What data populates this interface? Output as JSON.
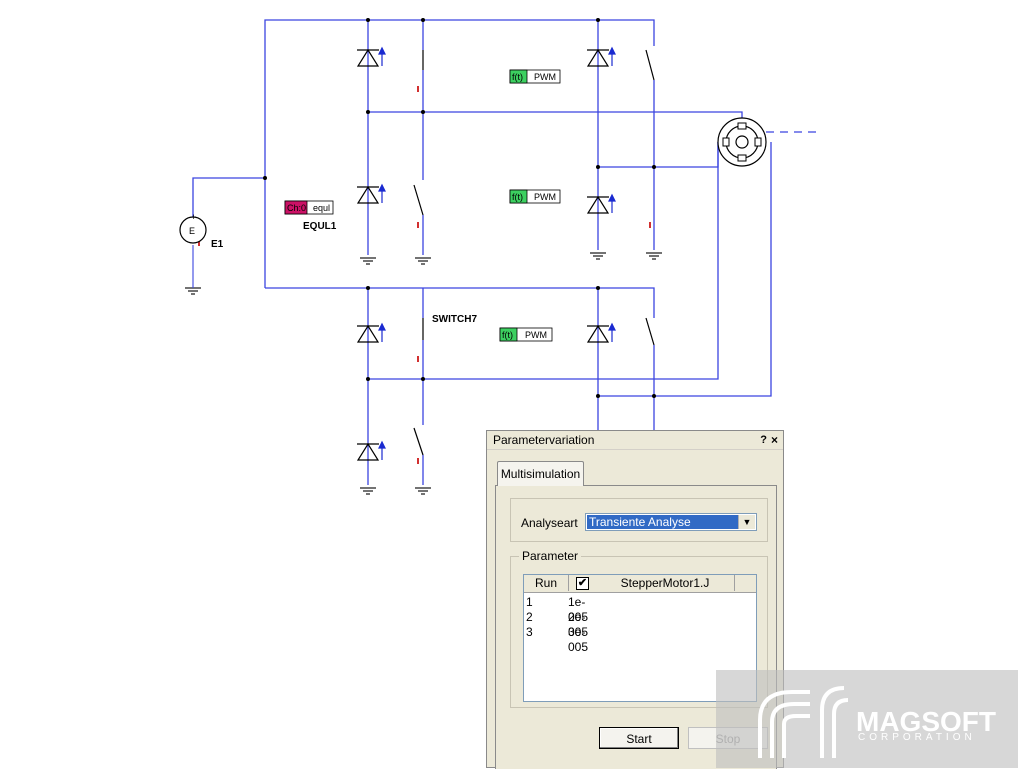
{
  "schematic": {
    "labels": {
      "source": "E1",
      "source_symbol": "E",
      "equ_block_name": "EQUL1",
      "equ_block_text": "equl",
      "equ_block_tag": "Ch:0",
      "switch_name": "SWITCH7"
    },
    "pwm_blocks": [
      {
        "tag": "f(t)",
        "text": "PWM"
      },
      {
        "tag": "f(t)",
        "text": "PWM"
      },
      {
        "tag": "f(t)",
        "text": "PWM"
      }
    ],
    "colors": {
      "wire": "#3b45e0",
      "component": "#000000",
      "marker": "#d23030",
      "pwm_tag": "#3cd060",
      "equ_tag": "#cc1166"
    }
  },
  "dialog": {
    "title": "Parametervariation",
    "help_icon": "?",
    "close_icon": "×",
    "tab_label": "Multisimulation",
    "analysis_label": "Analyseart",
    "analysis_value": "Transiente Analyse",
    "parameter_group_label": "Parameter",
    "list": {
      "col_run": "Run",
      "col_param": "StepperMotor1.J",
      "checked": "✔",
      "rows": [
        {
          "run": "1",
          "value": "1e-005"
        },
        {
          "run": "2",
          "value": "2e-005"
        },
        {
          "run": "3",
          "value": "3e-005"
        }
      ]
    },
    "start_label": "Start",
    "stop_label": "Stop"
  },
  "watermark": {
    "name": "MAGSOFT",
    "sub": "CORPORATION"
  }
}
